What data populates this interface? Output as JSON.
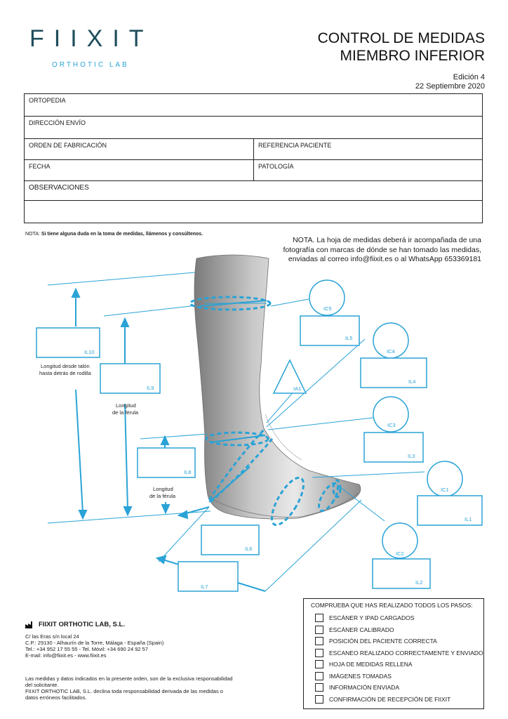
{
  "logo": {
    "main": "FIIXIT",
    "sub": "ORTHOTIC LAB"
  },
  "header": {
    "title_line1": "CONTROL DE MEDIDAS",
    "title_line2": "MIEMBRO INFERIOR",
    "edition": "Edición 4",
    "date": "22 Septiembre 2020"
  },
  "form": {
    "ortopedia": "ORTOPEDIA",
    "direccion": "DIRECCIÓN ENVÍO",
    "orden": "ORDEN DE FABRICACIÓN",
    "referencia": "REFERENCIA PACIENTE",
    "fecha": "FECHA",
    "patologia": "PATOLOGÍA",
    "observaciones": "OBSERVACIONES"
  },
  "notes": {
    "small_label": "NOTA:",
    "small_text": "Si tiene alguna duda en la toma de medidas, llámenos y consúltenos.",
    "big_text": "NOTA. La hoja de medidas deberá ir acompañada de una fotografía con marcas de dónde se han tomado las medidas, enviadas al correo info@fiixit.es o al WhatsApp 653369181"
  },
  "diagram": {
    "labels": {
      "ic5": "IC5",
      "il5": "IL5",
      "ic4": "IC4",
      "il4": "IL4",
      "ia1": "IA1",
      "ic3": "IC3",
      "il3": "IL3",
      "ic1": "IC1",
      "il1": "IL1",
      "ic2": "IC2",
      "il2": "IL2",
      "il10": "IL10",
      "il9": "IL9",
      "il8": "IL8",
      "il6": "IL6",
      "il7": "IL7"
    },
    "captions": {
      "il10_a": "Longitud desde talón",
      "il10_b": "hasta detrás de rodilla",
      "il9_a": "Longitud",
      "il9_b": "de la férula",
      "il8_a": "Longitud",
      "il8_b": "de la férula"
    },
    "accent_color": "#2aa3d6"
  },
  "checklist": {
    "title": "COMPRUEBA QUE HAS REALIZADO TODOS LOS PASOS:",
    "items": [
      "ESCÁNER Y IPAD CARGADOS",
      "ESCÁNER CALIBRADO",
      "POSICIÓN DEL PACIENTE CORRECTA",
      "ESCANEO REALIZADO CORRECTAMENTE Y ENVIADO",
      "HOJA DE MEDIDAS RELLENA",
      "IMÁGENES TOMADAS",
      "INFORMACIÓN ENVIADA",
      "CONFIRMACIÓN DE RECEPCIÓN DE FIIXIT"
    ]
  },
  "company": {
    "name": "FIIXIT ORTHOTIC LAB, S.L.",
    "addr1": "C/ las Eras s/n local 24",
    "addr2": "C.P.: 29130 - Alhaurín de la Torre, Málaga - España (Spain)",
    "addr3": "Tel.: +34 952 17 55 55 - Tel. Móvil: +34 690 24 92 57",
    "addr4": "E-mail: info@fiixit.es  - www.fiixit.es",
    "legal1": "Las medidas y datos indicados en la presente orden, son de la exclusiva responsabilidad del solicitante.",
    "legal2": "FIIXIT ORTHOTIC LAB, S.L. declina toda responsabilidad derivada de las medidas o datos erróneos facilitados."
  }
}
